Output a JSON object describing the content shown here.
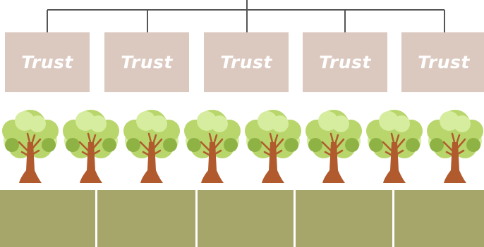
{
  "trusts": [
    {
      "label": "Trust"
    },
    {
      "label": "Trust"
    },
    {
      "label": "Trust"
    },
    {
      "label": "Trust"
    },
    {
      "label": "Trust"
    }
  ],
  "tree_count": 8,
  "colors": {
    "connector": "#555555",
    "box_fill": "#dbc8bf",
    "label_text": "#ffffff",
    "foliage_light": "#d6ec9e",
    "foliage": "#b8d66b",
    "foliage_dark": "#8fb245",
    "trunk": "#b05a2e",
    "ground": "#a6a56a"
  },
  "icons": {
    "tree": "tree-icon"
  }
}
